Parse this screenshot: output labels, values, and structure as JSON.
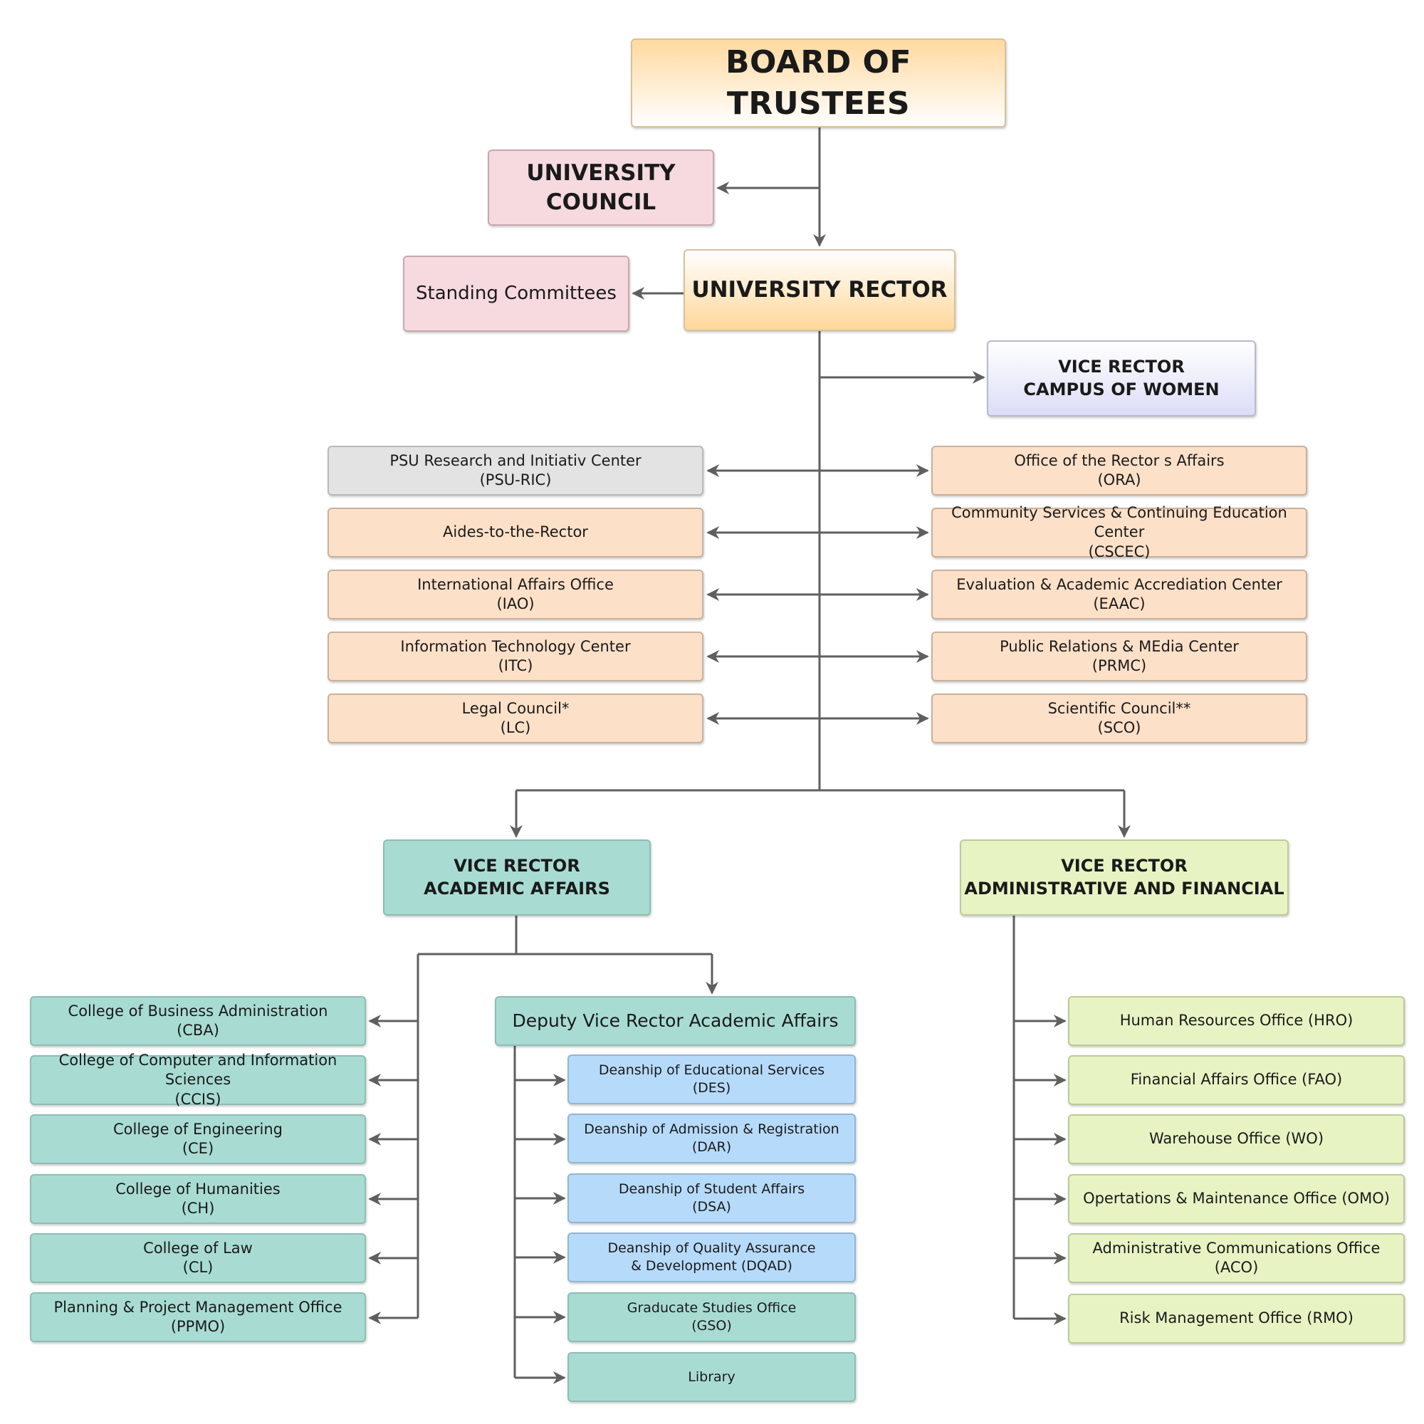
{
  "board": "BOARD OF TRUSTEES",
  "council": "UNIVERSITY COUNCIL",
  "committees": "Standing Committees",
  "rector": "UNIVERSITY RECTOR",
  "vr_women": [
    "VICE RECTOR",
    "CAMPUS OF WOMEN"
  ],
  "left_units": [
    [
      "PSU Research and Initiativ Center",
      "(PSU-RIC)"
    ],
    [
      "Aides-to-the-Rector"
    ],
    [
      "International Affairs Office",
      "(IAO)"
    ],
    [
      "Information Technology Center",
      "(ITC)"
    ],
    [
      "Legal Council*",
      "(LC)"
    ]
  ],
  "right_units": [
    [
      "Office of the Rector s Affairs",
      "(ORA)"
    ],
    [
      "Community Services & Continuing Education Center",
      "(CSCEC)"
    ],
    [
      "Evaluation & Academic Accrediation Center",
      "(EAAC)"
    ],
    [
      "Public Relations & MEdia Center",
      "(PRMC)"
    ],
    [
      "Scientific Council**",
      "(SCO)"
    ]
  ],
  "vr_academic": [
    "VICE RECTOR",
    "ACADEMIC AFFAIRS"
  ],
  "vr_admin": [
    "VICE RECTOR",
    "ADMINISTRATIVE AND FINANCIAL"
  ],
  "colleges": [
    [
      "College of Business Administration",
      "(CBA)"
    ],
    [
      "College of Computer and Information Sciences",
      "(CCIS)"
    ],
    [
      "College of Engineering",
      "(CE)"
    ],
    [
      "College of Humanities",
      "(CH)"
    ],
    [
      "College of Law",
      "(CL)"
    ],
    [
      "Planning & Project Management Office",
      "(PPMO)"
    ]
  ],
  "deputy": "Deputy Vice Rector Academic Affairs",
  "deanships": [
    [
      "Deanship of Educational Services",
      "(DES)"
    ],
    [
      "Deanship of Admission & Registration",
      "(DAR)"
    ],
    [
      "Deanship of Student Affairs",
      "(DSA)"
    ],
    [
      "Deanship of Quality Assurance",
      "& Development (DQAD)"
    ],
    [
      "Graducate Studies Office",
      "(GSO)"
    ],
    [
      "Library"
    ]
  ],
  "admin_offices": [
    "Human Resources Office (HRO)",
    "Financial Affairs Office (FAO)",
    "Warehouse Office (WO)",
    "Opertations & Maintenance Office (OMO)",
    "Administrative Communications Office (ACO)",
    "Risk Management Office (RMO)"
  ],
  "colors": {
    "line": "#5f5f5f",
    "gold": "#ffd79a",
    "pink": "#f6dadf",
    "lavender": "#dcdcf8",
    "grey": "#e3e3e3",
    "peach": "#fde0c8",
    "teal": "#a8dcd3",
    "lime": "#e7f3c3",
    "blue": "#b6dafa"
  }
}
